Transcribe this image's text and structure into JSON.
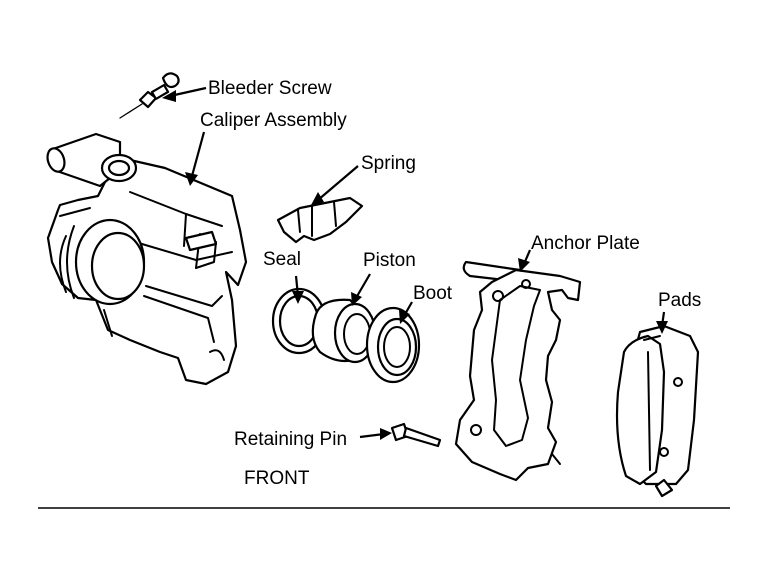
{
  "labels": {
    "bleeder_screw": "Bleeder Screw",
    "caliper_assembly": "Caliper Assembly",
    "spring": "Spring",
    "seal": "Seal",
    "piston": "Piston",
    "boot": "Boot",
    "anchor_plate": "Anchor Plate",
    "pads": "Pads",
    "retaining_pin": "Retaining Pin",
    "front": "FRONT"
  }
}
